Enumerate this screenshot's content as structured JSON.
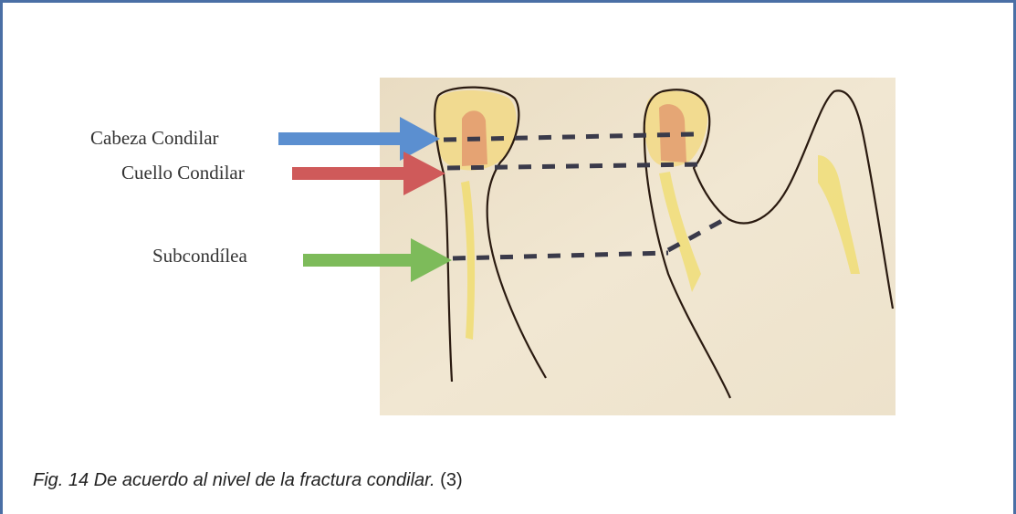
{
  "labels": {
    "cabeza": "Cabeza Condilar",
    "cuello": "Cuello Condilar",
    "subcondilea": "Subcondílea"
  },
  "caption": {
    "italic": "Fig. 14 De acuerdo al nivel de la fractura condilar.",
    "ref": " (3)"
  },
  "colors": {
    "frame": "#4a6fa5",
    "arrow_cabeza": "#5b8fd0",
    "arrow_cuello": "#cf5a5a",
    "arrow_sub": "#7dbb5a",
    "paper": "#eee3cd"
  }
}
